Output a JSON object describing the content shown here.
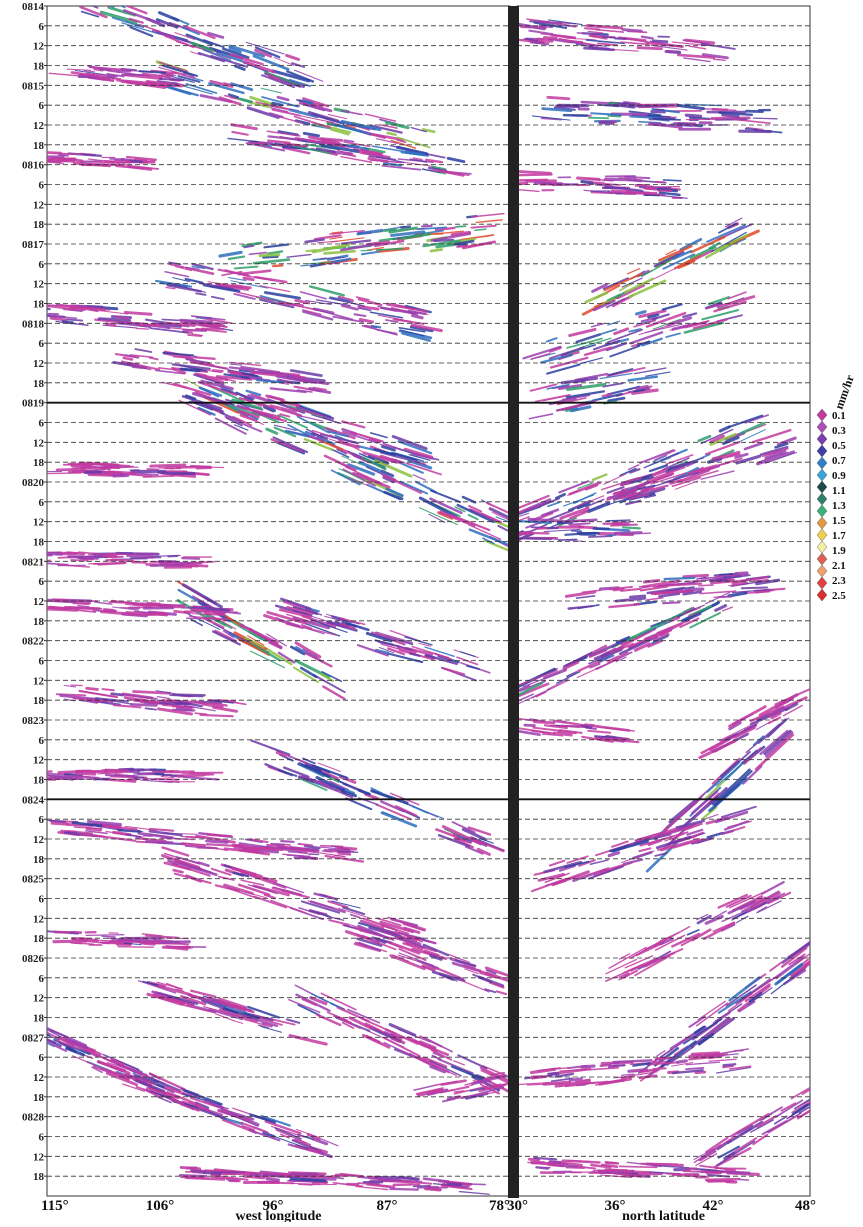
{
  "chart_data": {
    "type": "heatmap",
    "title": "",
    "panels": [
      {
        "name": "left",
        "xlabel": "west longitude",
        "xticks": [
          "115°",
          "106°",
          "96°",
          "87°",
          "78°"
        ]
      },
      {
        "name": "right",
        "xlabel": "north latitude",
        "xticks": [
          "30°",
          "36°",
          "42°",
          "48°"
        ]
      }
    ],
    "y_ticks": [
      "0814",
      "6",
      "12",
      "18",
      "0815",
      "6",
      "12",
      "18",
      "0816",
      "6",
      "12",
      "18",
      "0817",
      "6",
      "12",
      "18",
      "0818",
      "6",
      "12",
      "18",
      "0819",
      "6",
      "12",
      "18",
      "0820",
      "6",
      "12",
      "18",
      "0821",
      "6",
      "12",
      "18",
      "0822",
      "6",
      "12",
      "18",
      "0823",
      "6",
      "12",
      "18",
      "0824",
      "6",
      "12",
      "18",
      "0825",
      "6",
      "12",
      "18",
      "0826",
      "6",
      "12",
      "18",
      "0827",
      "6",
      "12",
      "18",
      "0828",
      "6",
      "12",
      "18"
    ],
    "colorbar": {
      "title": "mm/hr",
      "labels": [
        "0.1",
        "0.3",
        "0.5",
        "0.7",
        "0.9",
        "1.1",
        "1.3",
        "1.5",
        "1.7",
        "1.9",
        "2.1",
        "2.3",
        "2.5"
      ],
      "colors": [
        "#c23aa0",
        "#b04fb8",
        "#7a3fb0",
        "#3d3fa8",
        "#2f7fc8",
        "#3aa6d8",
        "#1e4a4a",
        "#2f7f6a",
        "#3ab07a",
        "#e09a40",
        "#f0d050",
        "#f2efa0",
        "#e06050",
        "#f0a070",
        "#e04040",
        "#d83030"
      ]
    },
    "day_dividers": [
      "0819",
      "0824"
    ],
    "colors": {
      "divider_bar": "#222222",
      "precip_low": "#c23aa0",
      "precip_mid": "#2a3fa0",
      "precip_high": "#e04a2a"
    }
  }
}
